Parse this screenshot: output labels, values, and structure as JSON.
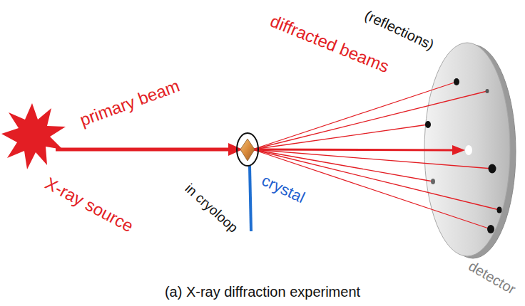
{
  "diagram": {
    "caption": "(a) X-ray diffraction experiment",
    "labels": [
      "(reflections)",
      "diffracted beams",
      "primary beam",
      "X-ray source",
      "crystal",
      "in cryoloop",
      "detector"
    ]
  }
}
